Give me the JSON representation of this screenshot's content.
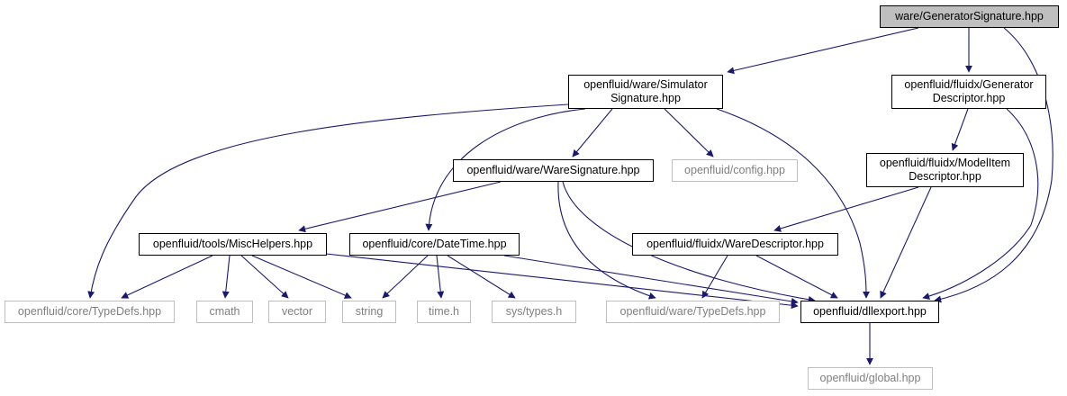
{
  "nodes": [
    {
      "id": "root",
      "label": "ware/GeneratorSignature.hpp",
      "kind": "root"
    },
    {
      "id": "simsig",
      "label": "openfluid/ware/Simulator\nSignature.hpp",
      "kind": "internal"
    },
    {
      "id": "gendesc",
      "label": "openfluid/fluidx/Generator\nDescriptor.hpp",
      "kind": "internal"
    },
    {
      "id": "waresig",
      "label": "openfluid/ware/WareSignature.hpp",
      "kind": "internal"
    },
    {
      "id": "config",
      "label": "openfluid/config.hpp",
      "kind": "external"
    },
    {
      "id": "modelitem",
      "label": "openfluid/fluidx/ModelItem\nDescriptor.hpp",
      "kind": "internal"
    },
    {
      "id": "mischelpers",
      "label": "openfluid/tools/MiscHelpers.hpp",
      "kind": "internal"
    },
    {
      "id": "datetime",
      "label": "openfluid/core/DateTime.hpp",
      "kind": "internal"
    },
    {
      "id": "waredesc",
      "label": "openfluid/fluidx/WareDescriptor.hpp",
      "kind": "internal"
    },
    {
      "id": "coretypedefs",
      "label": "openfluid/core/TypeDefs.hpp",
      "kind": "external"
    },
    {
      "id": "cmath",
      "label": "cmath",
      "kind": "external"
    },
    {
      "id": "vector",
      "label": "vector",
      "kind": "external"
    },
    {
      "id": "string",
      "label": "string",
      "kind": "external"
    },
    {
      "id": "timeh",
      "label": "time.h",
      "kind": "external"
    },
    {
      "id": "systypes",
      "label": "sys/types.h",
      "kind": "external"
    },
    {
      "id": "waretypedefs",
      "label": "openfluid/ware/TypeDefs.hpp",
      "kind": "external"
    },
    {
      "id": "dllexport",
      "label": "openfluid/dllexport.hpp",
      "kind": "internal"
    },
    {
      "id": "global",
      "label": "openfluid/global.hpp",
      "kind": "external"
    }
  ],
  "edges": [
    {
      "from": "root",
      "to": "simsig"
    },
    {
      "from": "root",
      "to": "gendesc"
    },
    {
      "from": "root",
      "to": "dllexport"
    },
    {
      "from": "simsig",
      "to": "waresig"
    },
    {
      "from": "simsig",
      "to": "config"
    },
    {
      "from": "simsig",
      "to": "datetime"
    },
    {
      "from": "simsig",
      "to": "coretypedefs"
    },
    {
      "from": "simsig",
      "to": "dllexport"
    },
    {
      "from": "gendesc",
      "to": "modelitem"
    },
    {
      "from": "gendesc",
      "to": "dllexport"
    },
    {
      "from": "modelitem",
      "to": "waredesc"
    },
    {
      "from": "modelitem",
      "to": "dllexport"
    },
    {
      "from": "waresig",
      "to": "mischelpers"
    },
    {
      "from": "waresig",
      "to": "waretypedefs"
    },
    {
      "from": "waresig",
      "to": "dllexport"
    },
    {
      "from": "mischelpers",
      "to": "coretypedefs"
    },
    {
      "from": "mischelpers",
      "to": "cmath"
    },
    {
      "from": "mischelpers",
      "to": "vector"
    },
    {
      "from": "mischelpers",
      "to": "string"
    },
    {
      "from": "mischelpers",
      "to": "dllexport"
    },
    {
      "from": "datetime",
      "to": "string"
    },
    {
      "from": "datetime",
      "to": "timeh"
    },
    {
      "from": "datetime",
      "to": "systypes"
    },
    {
      "from": "datetime",
      "to": "dllexport"
    },
    {
      "from": "waredesc",
      "to": "waretypedefs"
    },
    {
      "from": "waredesc",
      "to": "dllexport"
    },
    {
      "from": "dllexport",
      "to": "global"
    }
  ],
  "colors": {
    "edge": "#191970",
    "external_border": "#bfbfbf",
    "root_fill": "#bfbfbf"
  }
}
